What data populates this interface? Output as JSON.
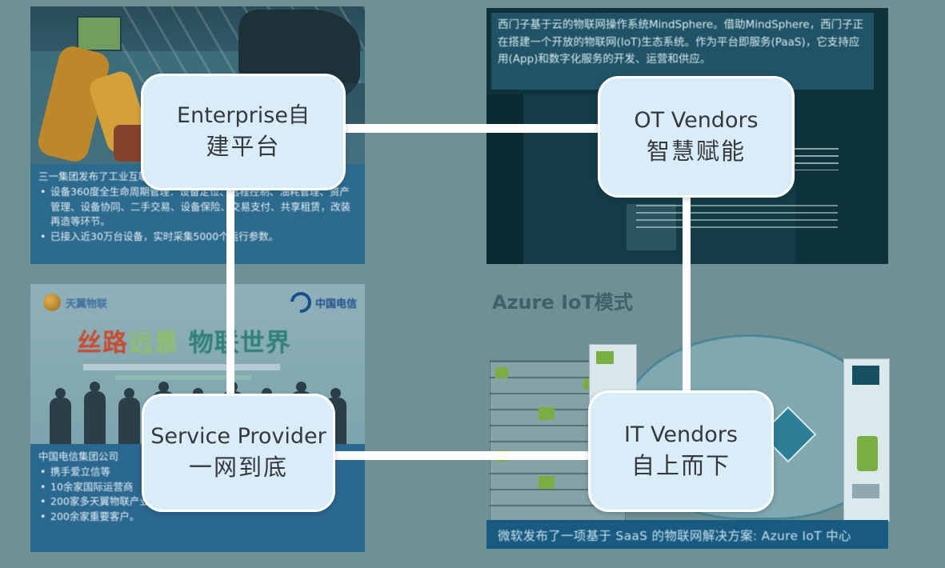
{
  "nodes": {
    "enterprise": {
      "line1": "Enterprise自",
      "line2": "建平台"
    },
    "ot_vendors": {
      "line1": "OT Vendors",
      "line2": "智慧赋能"
    },
    "service_provider": {
      "line1": "Service Provider",
      "line2": "一网到底"
    },
    "it_vendors": {
      "line1": "IT Vendors",
      "line2": "自上而下"
    }
  },
  "sany_panel": {
    "title": "三一集团发布了工业互联网平台",
    "bullets": [
      "设备360度全生命周期管理：设备定位、远程控制、油耗管理、资产管理、设备协同、二手交易、设备保险、交易支付、共享租赁，改装再造等环节。",
      "已接入近30万台设备，实时采集5000个运行参数。"
    ]
  },
  "siemens_panel": {
    "text": "西门子基于云的物联网操作系统MindSphere。借助MindSphere，西门子正在搭建一个开放的物联网(IoT)生态系统。作为平台即服务(PaaS)，它支持应用(App)和数字化服务的开发、运营和供应。"
  },
  "telecom_photo": {
    "logo_left": "天翼物联",
    "logo_right": "中国电信",
    "slogan_red": "丝路",
    "slogan_green": "远景",
    "slogan_teal": "物联世界"
  },
  "telecom_panel": {
    "title": "中国电信集团公司",
    "bullets": [
      "携手爱立信等",
      "10余家国际运营商",
      "200家多天翼物联产业合作伙伴，业务覆盖全国多个省份，",
      "200余家重要客户。"
    ]
  },
  "azure": {
    "label": "Azure IoT模式",
    "footer": "微软发布了一项基于 SaaS 的物联网解决方案: Azure IoT 中心"
  },
  "colors": {
    "background": "#6f9094",
    "node_fill": "#d9edf8",
    "node_border": "#ffffff",
    "connector": "#ffffff",
    "panel_blue": "#2a6890",
    "dark_screenshot": "#0e333c",
    "footer_band": "#185a80",
    "slogan_red": "#c84b30",
    "slogan_green": "#8fbf6a",
    "robot_orange": "#bd872c"
  }
}
